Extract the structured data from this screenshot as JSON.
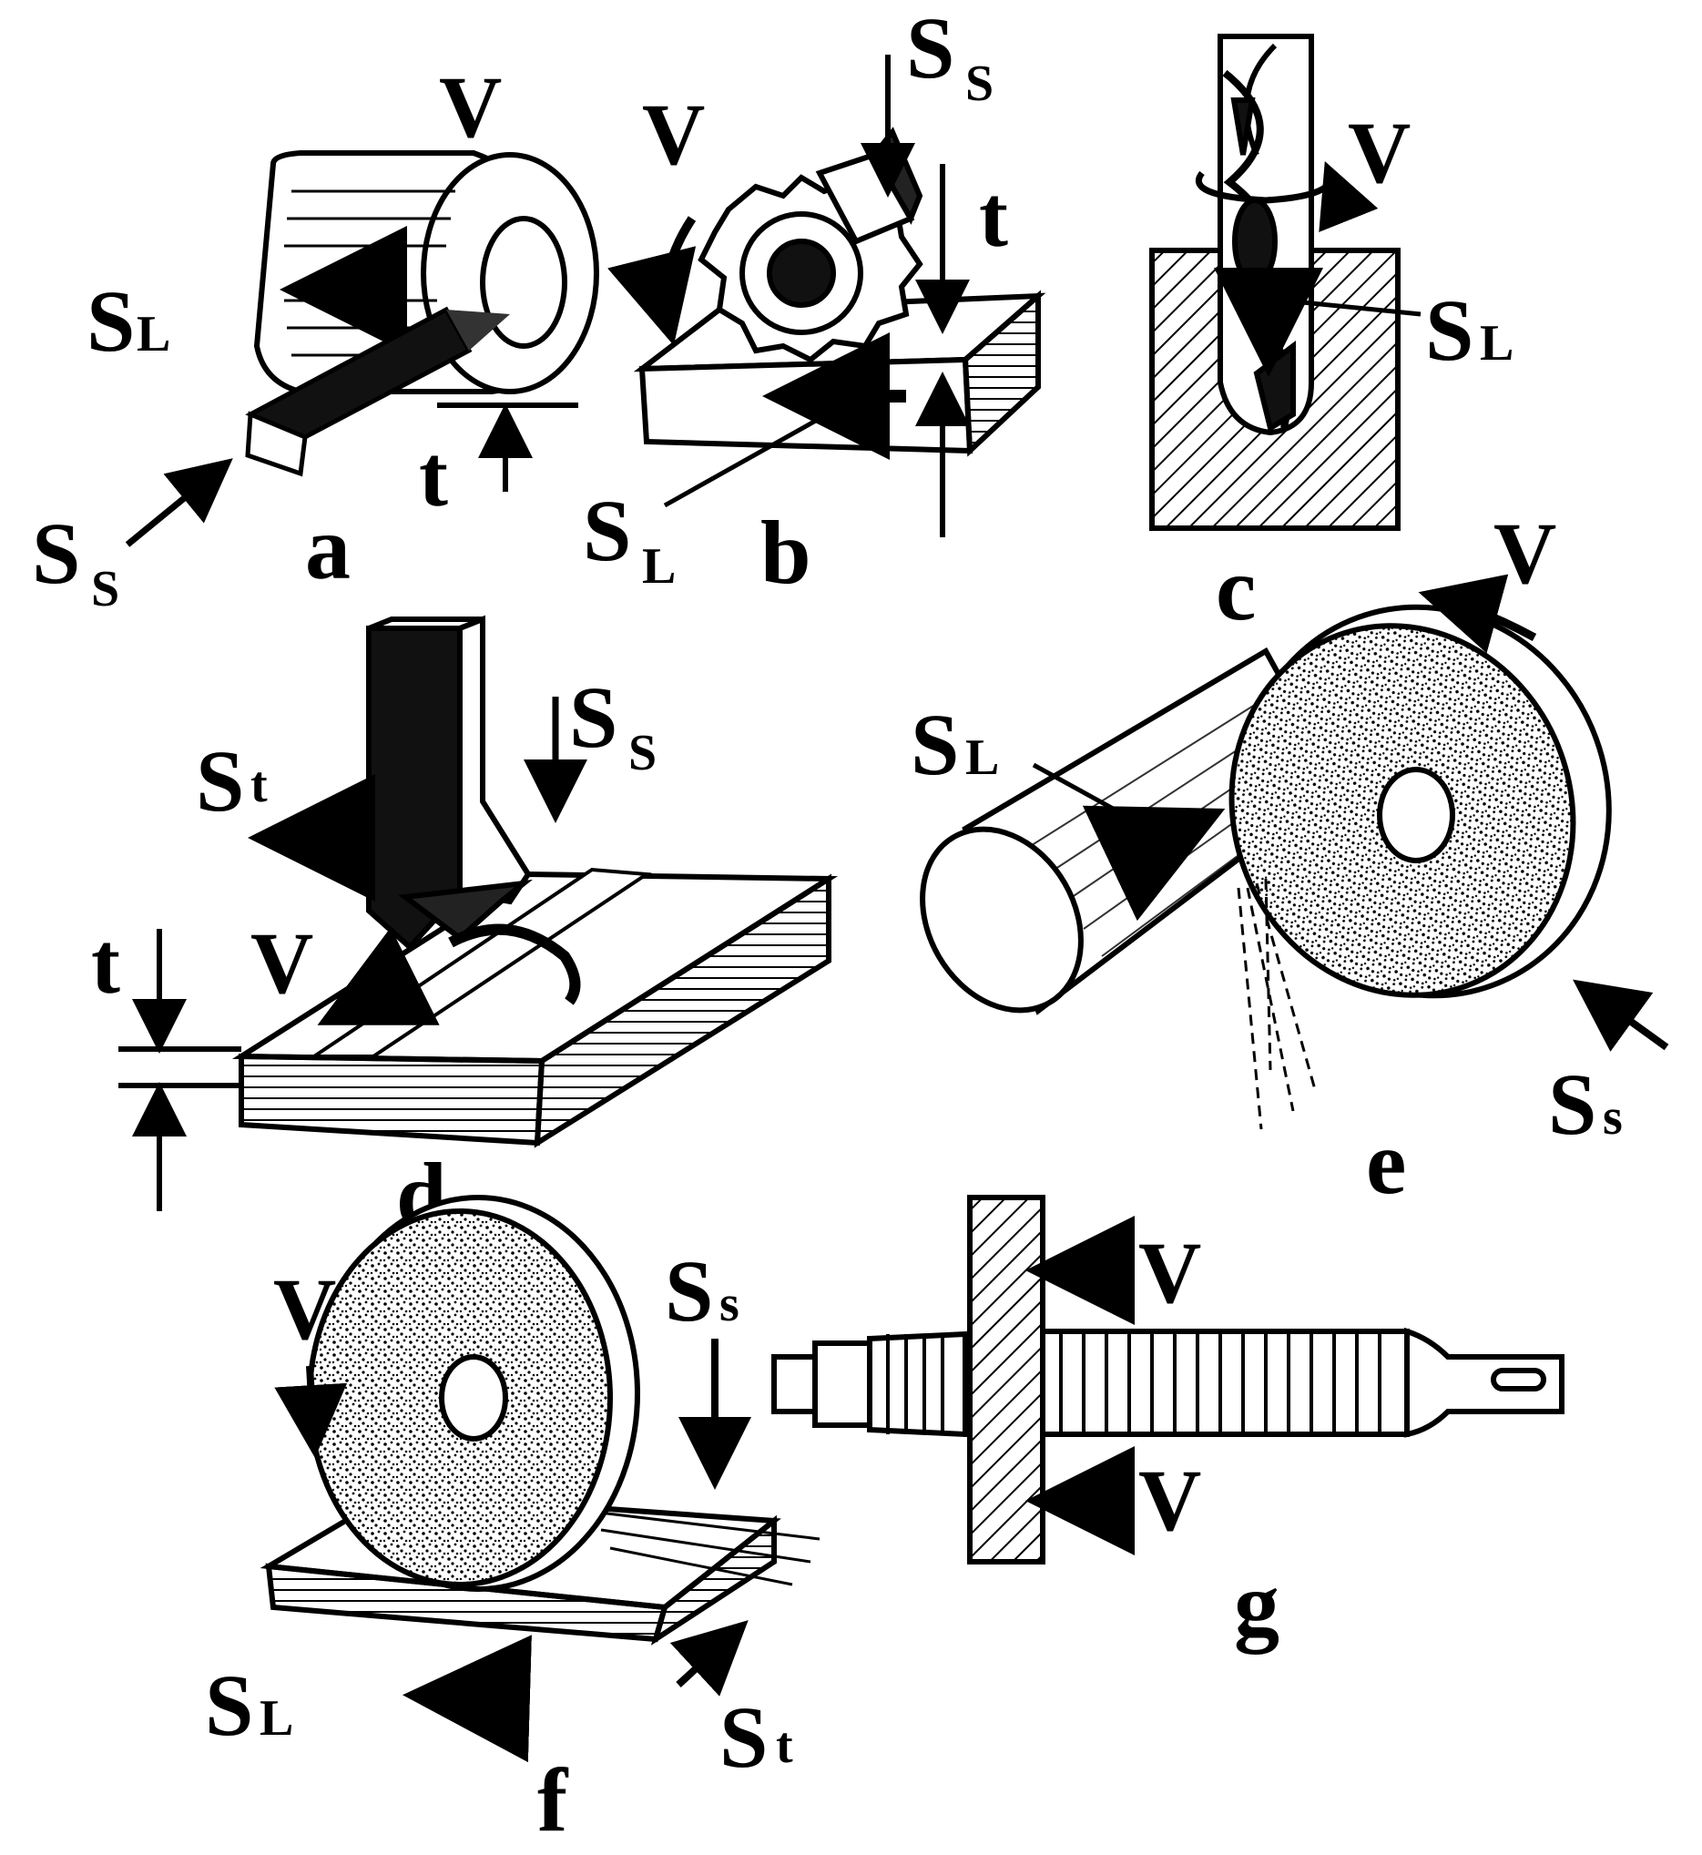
{
  "figure": {
    "panels": [
      {
        "id": "a",
        "caption": "a",
        "labels": {
          "velocity": "V",
          "feed_longitudinal": "S",
          "feed_longitudinal_sub": "L",
          "feed_cross": "S",
          "feed_cross_sub": "S",
          "depth": "t"
        }
      },
      {
        "id": "b",
        "caption": "b",
        "labels": {
          "velocity": "V",
          "feed_cross": "S",
          "feed_cross_sub": "S",
          "feed_longitudinal": "S",
          "feed_longitudinal_sub": "L",
          "depth": "t"
        }
      },
      {
        "id": "c",
        "caption": "c",
        "labels": {
          "velocity": "V",
          "feed_longitudinal": "S",
          "feed_longitudinal_sub": "L"
        }
      },
      {
        "id": "d",
        "caption": "d",
        "labels": {
          "feed_transverse": "S",
          "feed_transverse_sub": "t",
          "feed_cross": "S",
          "feed_cross_sub": "S",
          "velocity": "V",
          "depth": "t"
        }
      },
      {
        "id": "e",
        "caption": "e",
        "labels": {
          "velocity": "V",
          "feed_longitudinal": "S",
          "feed_longitudinal_sub": "L",
          "feed_cross": "S",
          "feed_cross_sub": "s"
        }
      },
      {
        "id": "f",
        "caption": "f",
        "labels": {
          "velocity": "V",
          "feed_cross": "S",
          "feed_cross_sub": "s",
          "feed_longitudinal": "S",
          "feed_longitudinal_sub": "L",
          "feed_transverse": "S",
          "feed_transverse_sub": "t"
        }
      },
      {
        "id": "g",
        "caption": "g",
        "labels": {
          "velocity_top": "V",
          "velocity_bottom": "V"
        }
      }
    ]
  }
}
